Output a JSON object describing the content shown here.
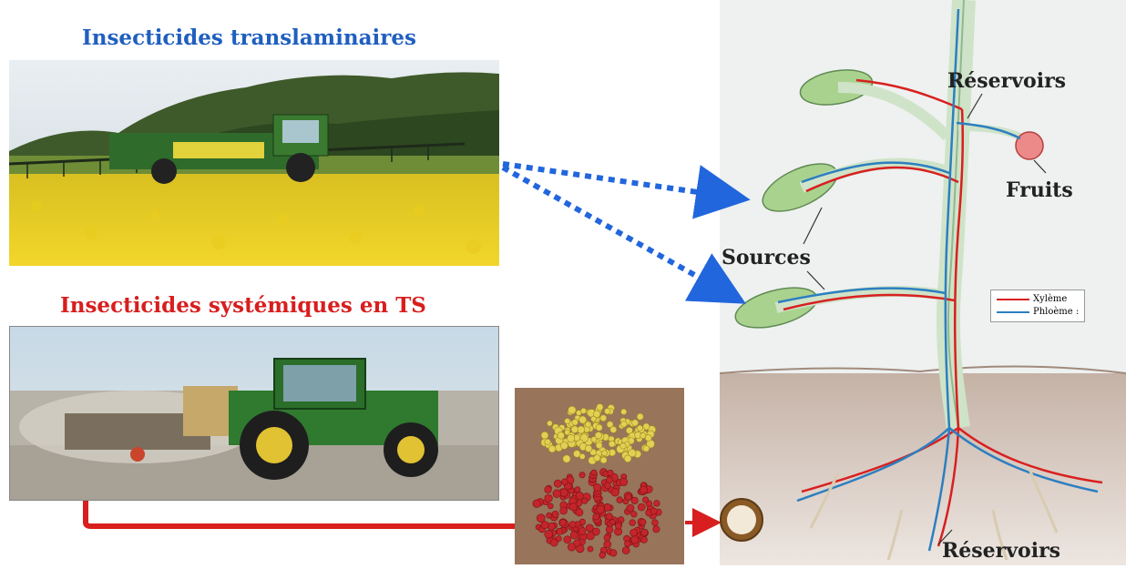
{
  "titles": {
    "translaminar": "Insecticides translaminaires",
    "systemic": "Insecticides systémiques en TS"
  },
  "plant_labels": {
    "reservoirs_top": "Réservoirs",
    "fruits": "Fruits",
    "sources": "Sources",
    "reservoirs_bottom": "Réservoirs"
  },
  "legend": {
    "xylem": "Xylème",
    "phloem": "Phloème :"
  },
  "colors": {
    "xylem": "#d82020",
    "phloem": "#2c7fc0",
    "arrow_dotted": "#2266dd",
    "seed_line": "#d81e1e"
  }
}
